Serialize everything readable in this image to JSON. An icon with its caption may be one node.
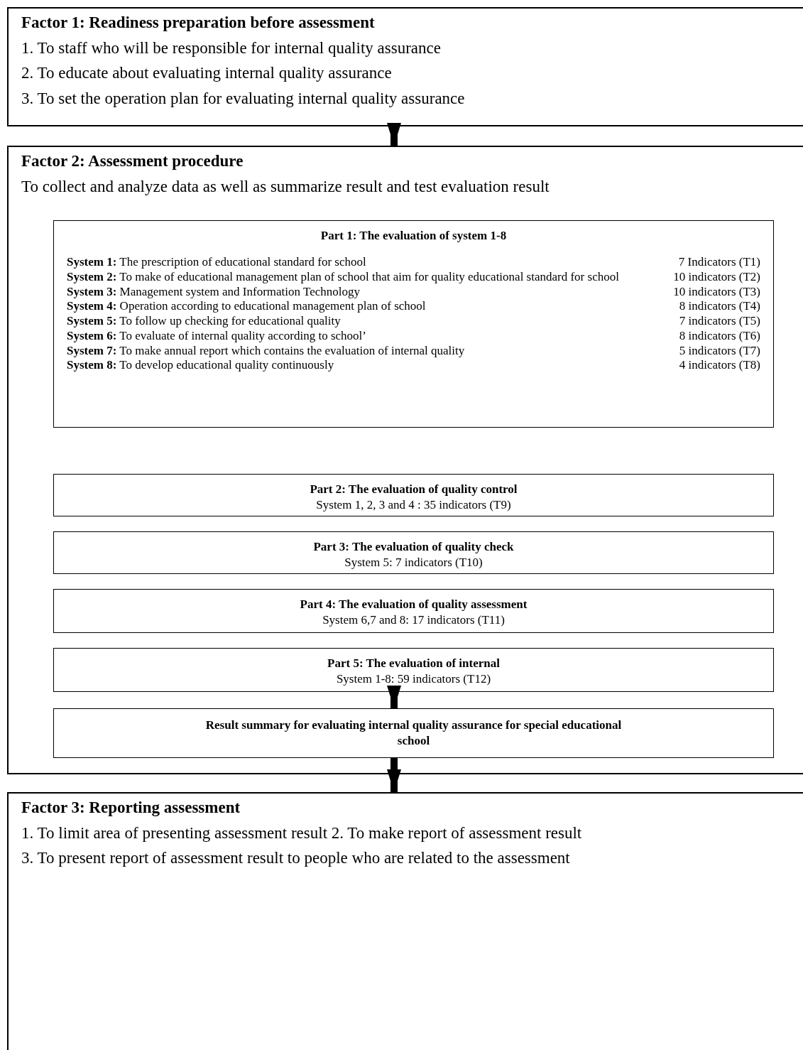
{
  "diagram": {
    "nodes": [
      {
        "text": [
          "Factor 1: Readiness preparation before assessment",
          "1. To staff who will be responsible for internal quality assurance",
          "2. To educate about evaluating internal quality assurance",
          "3. To set the operation plan for evaluating internal quality assurance"
        ]
      },
      {
        "text": [
          "Factor 2: Assessment procedure",
          "To collect and analyze data as well as summarize result and test evaluation result"
        ]
      },
      {
        "text": [
          "Part 1: The evaluation of system 1-8",
          "**System 1:** The prescription of educational standard for school",
          "7 Indicators (T1)",
          "**System 2:** To make of educational management plan of school that aim for quality educational standard for school",
          "10 indicators (T2)",
          "**System 3:** Management system and Information Technology",
          "10 indicators (T3)",
          "**System 4:** Operation according to educational management plan of school",
          "8 indicators (T4)",
          "**System 5:** To follow up checking for educational quality",
          "7 indicators (T5)",
          "**System 6:** To evaluate of internal quality according to school’",
          "8 indicators (T6)",
          "**System 7:** To make annual report which contains the evaluation of internal quality",
          "5 indicators (T7)",
          "**System 8:** To develop educational quality continuously",
          "4 indicators (T8)"
        ],
        "in": 1
      },
      {
        "text": [
          "Part 2: The evaluation of quality control",
          "System 1, 2, 3 and 4 : 35 indicators (T9)"
        ],
        "in": 1
      },
      {
        "text": [
          "Part 3: The evaluation of quality check",
          "System 5: 7 indicators (T10)"
        ],
        "in": 1
      },
      {
        "text": [
          "Part 4: The evaluation of quality assessment",
          "System 6,7 and 8: 17 indicators (T11)"
        ],
        "in": 1
      },
      {
        "text": [
          "Part 5: The evaluation of internal",
          "System 1-8: 59 indicators (T12)"
        ],
        "in": 1
      },
      {
        "text": [
          "Result summary for evaluating internal quality assurance for special educational school"
        ],
        "in": 1
      },
      {
        "text": [
          "Factor 3: Reporting assessment",
          "1. To limit area of presenting assessment result 2. To make report of assessment result",
          "3. To present report of assessment result to people who are related to the assessment"
        ]
      }
    ],
    "edges": [
      {
        "from": 0,
        "to": 1,
        "arrow": "to"
      },
      {
        "from": 6,
        "to": 7,
        "arrow": "to"
      },
      {
        "from": 7,
        "to": 8,
        "arrow": "to"
      }
    ]
  }
}
